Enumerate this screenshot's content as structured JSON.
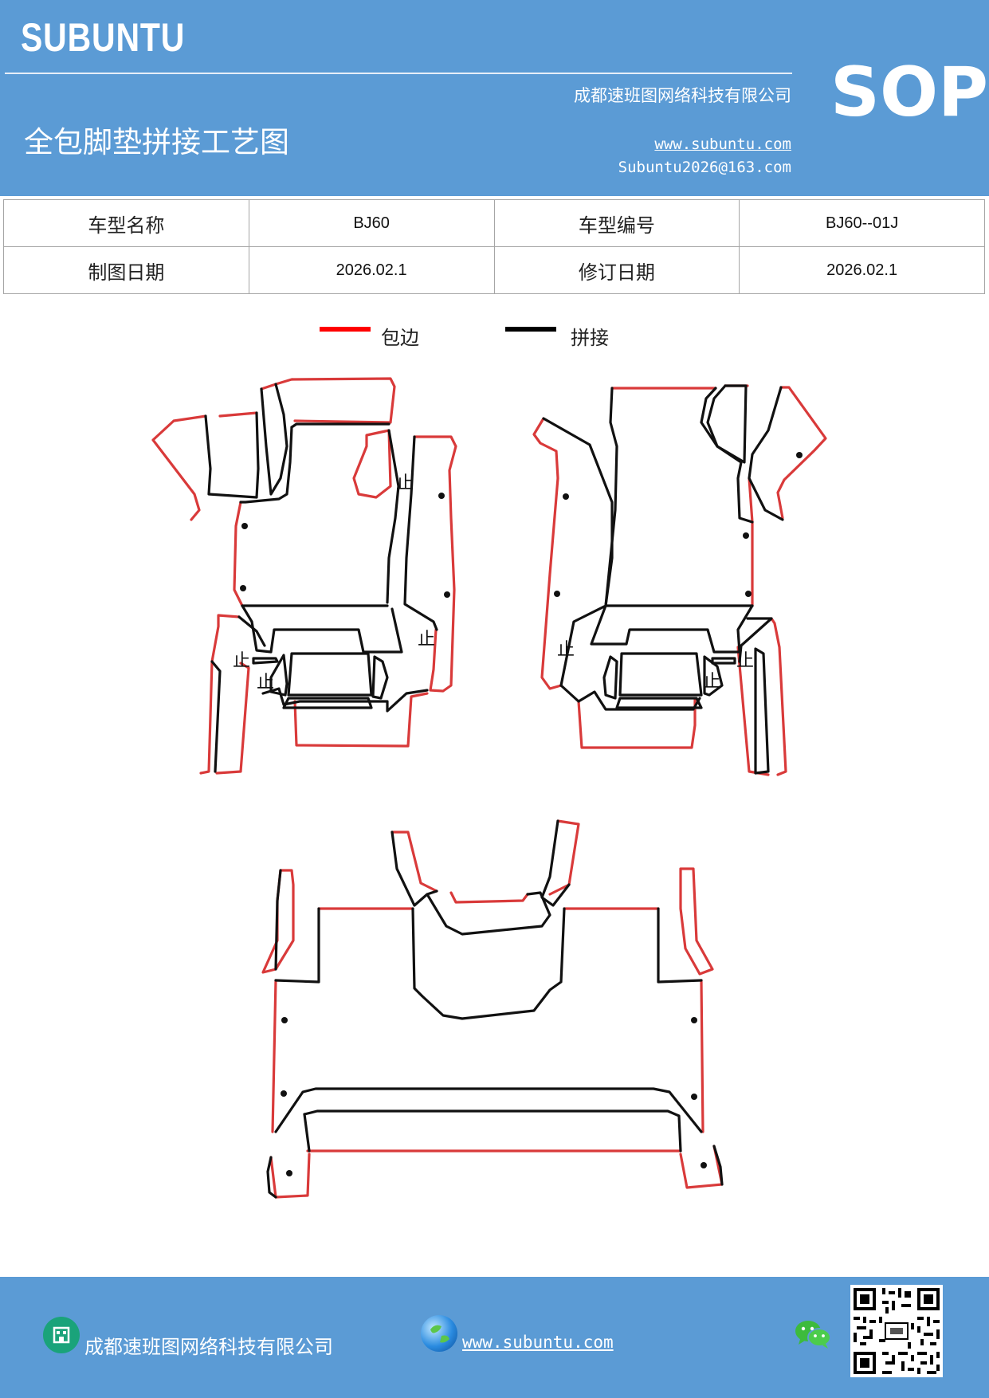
{
  "header": {
    "brand": "SUBUNTU",
    "company": "成都速班图网络科技有限公司",
    "title": "全包脚垫拼接工艺图",
    "website": "www.subuntu.com",
    "email": "Subuntu2026@163.com",
    "badge": "SOP"
  },
  "info_table": {
    "model_name_label": "车型名称",
    "model_name": "BJ60",
    "model_code_label": "车型编号",
    "model_code": "BJ60--01J",
    "draw_date_label": "制图日期",
    "draw_date": "2026.02.1",
    "revise_date_label": "修订日期",
    "revise_date": "2026.02.1"
  },
  "legend": {
    "edge_label": "包边",
    "edge_color": "#ff0000",
    "seam_label": "拼接",
    "seam_color": "#000000"
  },
  "diagram": {
    "stop_mark": "止",
    "edge_color": "#d93a3a",
    "seam_color": "#111111"
  },
  "footer": {
    "company": "成都速班图网络科技有限公司",
    "website": "www.subuntu.com",
    "building_icon": "building-icon",
    "globe_icon": "globe-icon",
    "wechat_icon": "wechat-icon",
    "qr": "qr-code"
  },
  "colors": {
    "header_bg": "#5b9bd5",
    "footer_bg": "#5b9bd5"
  }
}
